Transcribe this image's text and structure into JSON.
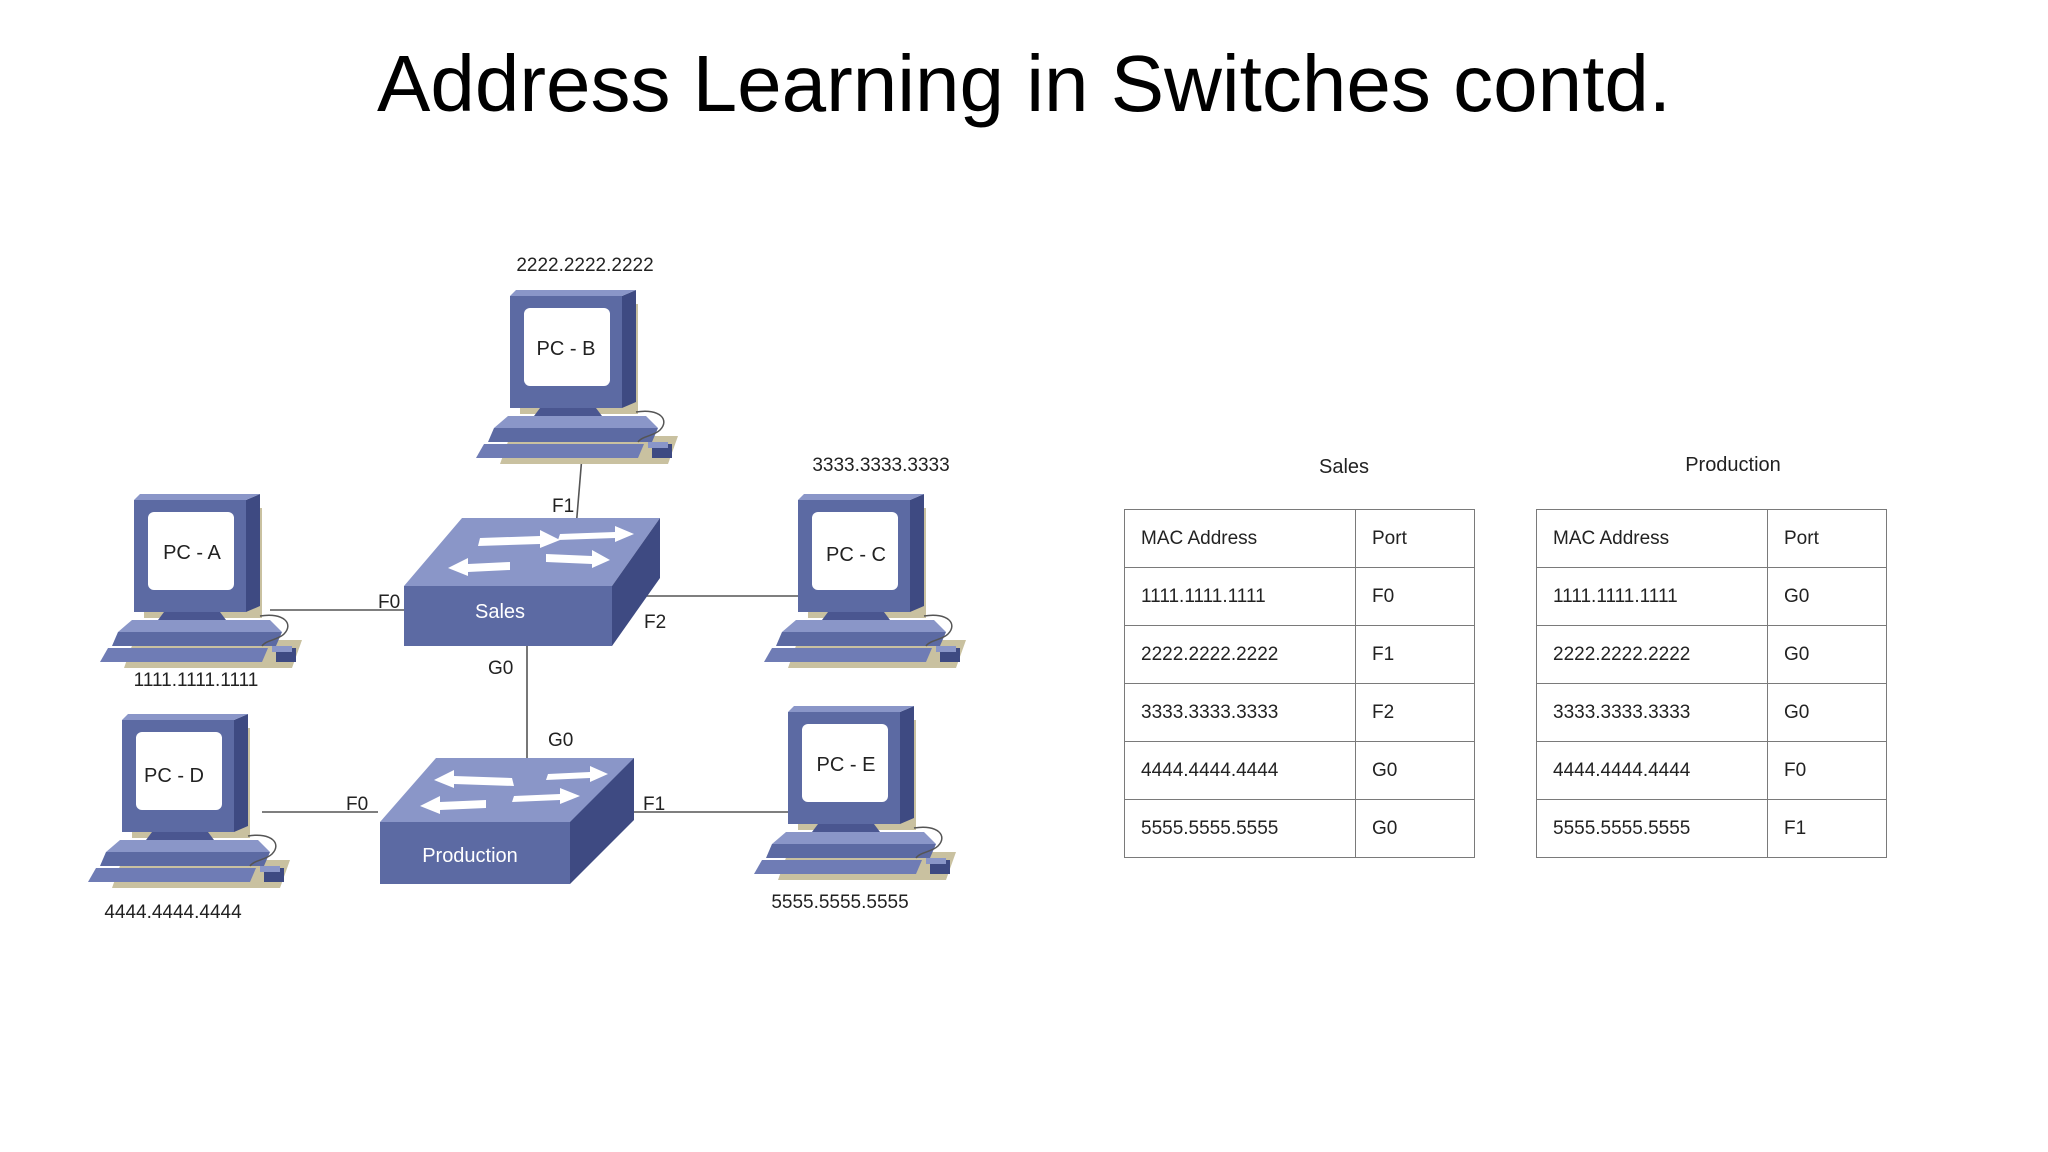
{
  "title": "Address Learning in Switches contd.",
  "colors": {
    "device_front": "#5c6aa3",
    "device_top": "#8a96c8",
    "device_side": "#3e4a82",
    "screen": "#ffffff",
    "shadow": "#c9c1a0",
    "line": "#555555",
    "table_border": "#7a7a7a"
  },
  "devices": {
    "pc_a": {
      "label": "PC - A",
      "mac": "1111.1111.1111"
    },
    "pc_b": {
      "label": "PC - B",
      "mac": "2222.2222.2222"
    },
    "pc_c": {
      "label": "PC - C",
      "mac": "3333.3333.3333"
    },
    "pc_d": {
      "label": "PC - D",
      "mac": "4444.4444.4444"
    },
    "pc_e": {
      "label": "PC - E",
      "mac": "5555.5555.5555"
    },
    "sw_sales": {
      "label": "Sales"
    },
    "sw_production": {
      "label": "Production"
    }
  },
  "ports": {
    "sales_f0": "F0",
    "sales_f1": "F1",
    "sales_f2": "F2",
    "sales_g0": "G0",
    "prod_g0": "G0",
    "prod_f0": "F0",
    "prod_f1": "F1"
  },
  "tables": {
    "sales": {
      "caption": "Sales",
      "headers": [
        "MAC Address",
        "Port"
      ],
      "rows": [
        [
          "1111.1111.1111",
          "F0"
        ],
        [
          "2222.2222.2222",
          "F1"
        ],
        [
          "3333.3333.3333",
          "F2"
        ],
        [
          "4444.4444.4444",
          "G0"
        ],
        [
          "5555.5555.5555",
          "G0"
        ]
      ]
    },
    "production": {
      "caption": "Production",
      "headers": [
        "MAC Address",
        "Port"
      ],
      "rows": [
        [
          "1111.1111.1111",
          "G0"
        ],
        [
          "2222.2222.2222",
          "G0"
        ],
        [
          "3333.3333.3333",
          "G0"
        ],
        [
          "4444.4444.4444",
          "F0"
        ],
        [
          "5555.5555.5555",
          "F1"
        ]
      ]
    }
  }
}
